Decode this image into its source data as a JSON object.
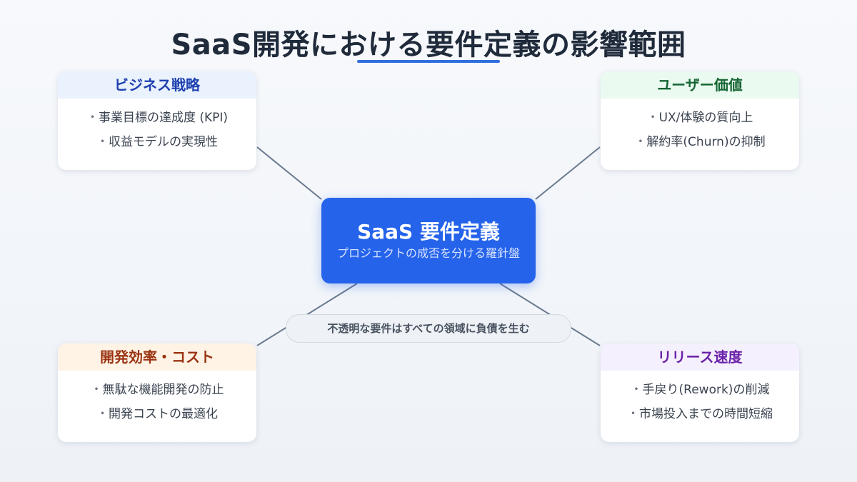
{
  "title": "SaaS開発における要件定義の影響範囲",
  "center": {
    "title": "SaaS 要件定義",
    "subtitle": "プロジェクトの成否を分ける羅針盤"
  },
  "warning": "不透明な要件はすべての領域に負債を生む",
  "colors": {
    "accent": "#2563eb",
    "underline": "#2f6fe0",
    "connector": "#6b7a8f"
  },
  "cards": {
    "business": {
      "title": "ビジネス戦略",
      "header_bg": "#eaf2fe",
      "header_color": "#1e40af",
      "items": [
        "事業目標の達成度 (KPI)",
        "収益モデルの実現性"
      ]
    },
    "user": {
      "title": "ユーザー価値",
      "header_bg": "#eafaf0",
      "header_color": "#166534",
      "items": [
        "UX/体験の質向上",
        "解約率(Churn)の抑制"
      ]
    },
    "cost": {
      "title": "開発効率・コスト",
      "header_bg": "#fff3e6",
      "header_color": "#9a3412",
      "items": [
        "無駄な機能開発の防止",
        "開発コストの最適化"
      ]
    },
    "release": {
      "title": "リリース速度",
      "header_bg": "#f5f0fe",
      "header_color": "#6b21a8",
      "items": [
        "手戻り(Rework)の削減",
        "市場投入までの時間短縮"
      ]
    }
  }
}
